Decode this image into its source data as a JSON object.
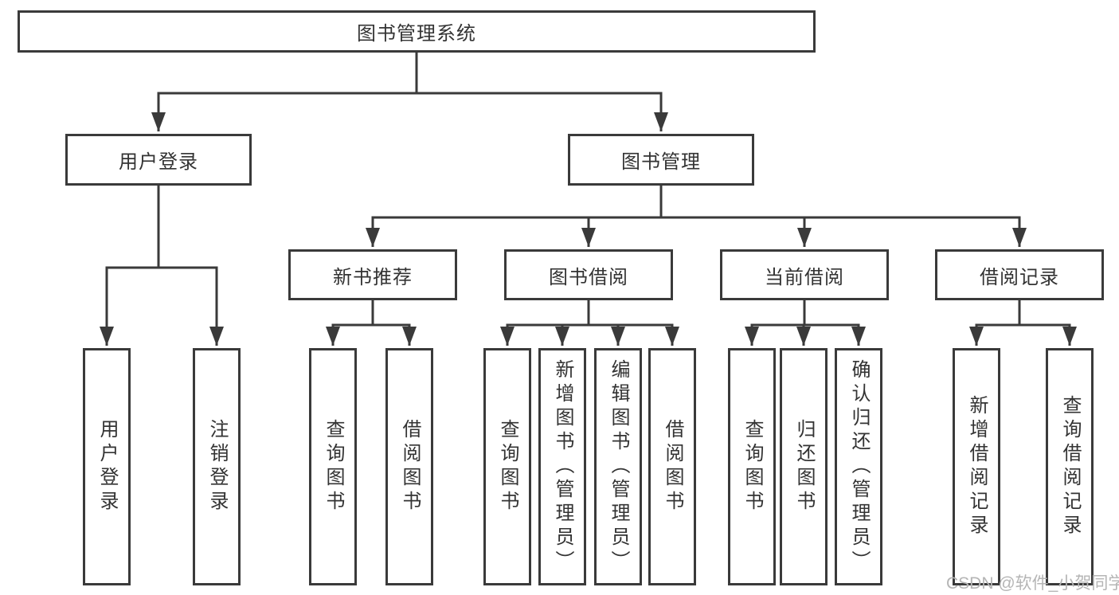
{
  "diagram_type": "hierarchy-tree",
  "tree": {
    "root": "图书管理系统",
    "children": [
      {
        "label": "用户登录",
        "children": [
          {
            "label": "用户登录"
          },
          {
            "label": "注销登录"
          }
        ]
      },
      {
        "label": "图书管理",
        "children": [
          {
            "label": "新书推荐",
            "children": [
              {
                "label": "查询图书"
              },
              {
                "label": "借阅图书"
              }
            ]
          },
          {
            "label": "图书借阅",
            "children": [
              {
                "label": "查询图书"
              },
              {
                "label": "新增图书（管理员）"
              },
              {
                "label": "编辑图书（管理员）"
              },
              {
                "label": "借阅图书"
              }
            ]
          },
          {
            "label": "当前借阅",
            "children": [
              {
                "label": "查询图书"
              },
              {
                "label": "归还图书"
              },
              {
                "label": "确认归还（管理员）"
              }
            ]
          },
          {
            "label": "借阅记录",
            "children": [
              {
                "label": "新增借阅记录"
              },
              {
                "label": "查询借阅记录"
              }
            ]
          }
        ]
      }
    ]
  },
  "watermark": "CSDN @软件_小贺同学",
  "colors": {
    "line": "#3a3a3a",
    "text": "#333333",
    "watermark": "#b5b5b5",
    "background": "#ffffff"
  }
}
